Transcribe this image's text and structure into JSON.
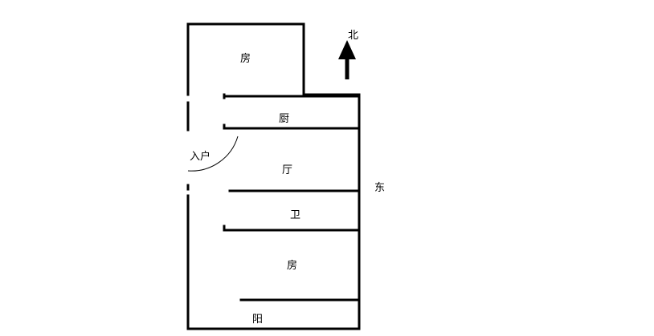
{
  "labels": {
    "north": "北",
    "east": "东",
    "entrance": "入户",
    "rooms": {
      "room_top": "房",
      "kitchen": "厨",
      "living": "厅",
      "bathroom": "卫",
      "room_bottom": "房",
      "balcony": "阳"
    }
  },
  "colors": {
    "wall": "#000000",
    "background": "#ffffff"
  },
  "icons": {
    "compass": "north-arrow-icon"
  }
}
